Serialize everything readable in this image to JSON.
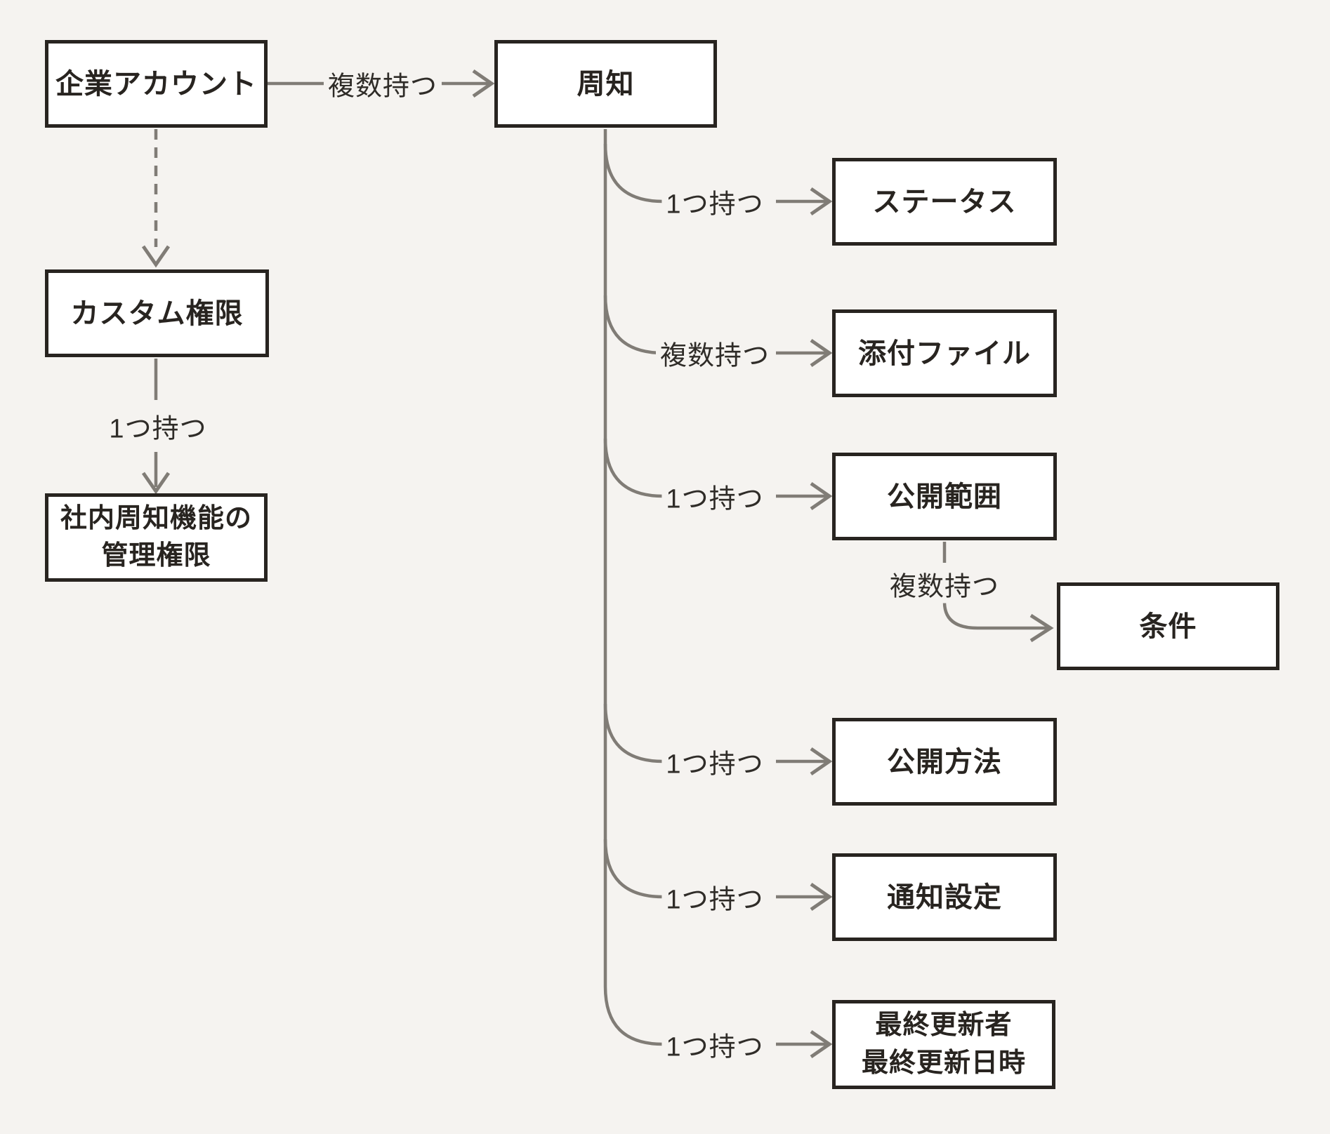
{
  "diagram": {
    "colors": {
      "background": "#f5f3f0",
      "box_border": "#282420",
      "box_fill": "#ffffff",
      "box_text": "#282420",
      "connector": "#807c76",
      "edge_label_text": "#2f2c28"
    },
    "nodes": {
      "corporate_account": {
        "label": "企業アカウント"
      },
      "announcement": {
        "label": "周知"
      },
      "custom_permission": {
        "label": "カスタム権限"
      },
      "admin_permission": {
        "line1": "社内周知機能の",
        "line2": "管理権限"
      },
      "status": {
        "label": "ステータス"
      },
      "attachment": {
        "label": "添付ファイル"
      },
      "publish_scope": {
        "label": "公開範囲"
      },
      "condition": {
        "label": "条件"
      },
      "publish_method": {
        "label": "公開方法"
      },
      "notification_setting": {
        "label": "通知設定"
      },
      "last_updated": {
        "line1": "最終更新者",
        "line2": "最終更新日時"
      }
    },
    "edge_labels": {
      "account_to_announcement": "複数持つ",
      "custom_to_admin": "1つ持つ",
      "announcement_to_status": "1つ持つ",
      "announcement_to_attachment": "複数持つ",
      "announcement_to_scope": "1つ持つ",
      "scope_to_condition": "複数持つ",
      "announcement_to_method": "1つ持つ",
      "announcement_to_notification": "1つ持つ",
      "announcement_to_last_updated": "1つ持つ"
    }
  }
}
